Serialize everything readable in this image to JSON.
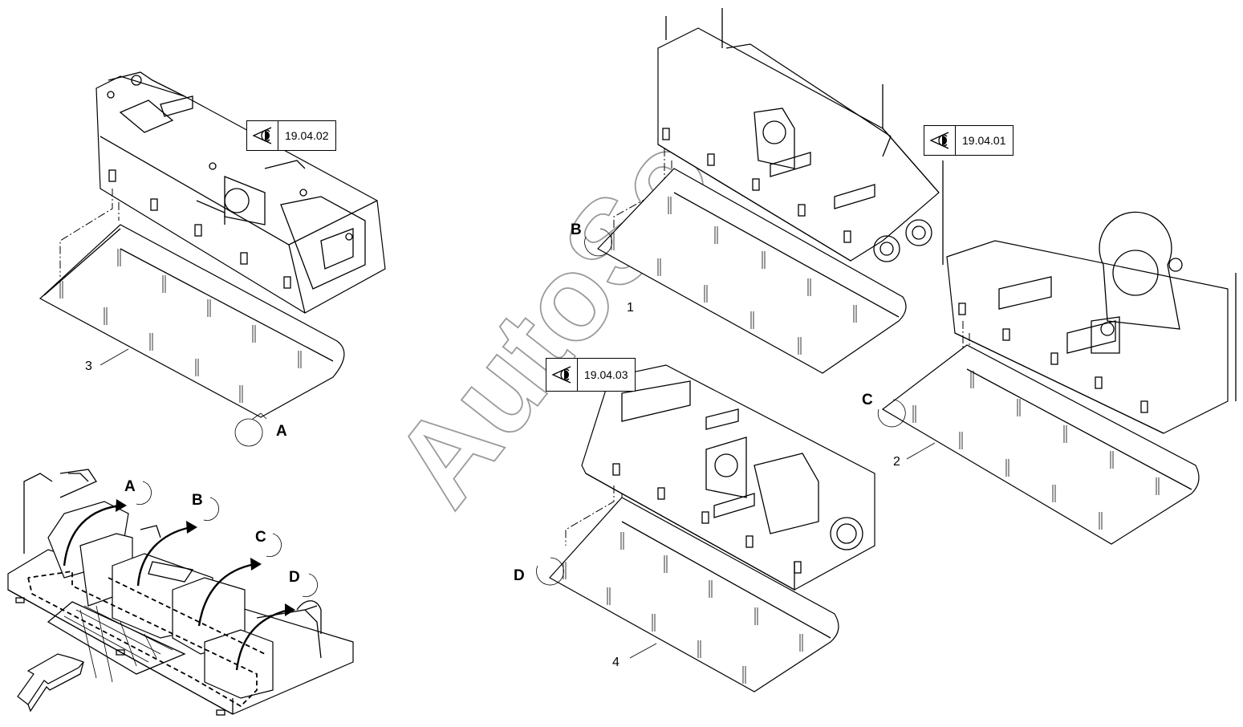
{
  "references": [
    {
      "code": "19.04.02",
      "icon": "view-eye-icon"
    },
    {
      "code": "19.04.01",
      "icon": "view-eye-icon"
    },
    {
      "code": "19.04.03",
      "icon": "view-eye-icon"
    }
  ],
  "callouts": {
    "a": "A",
    "b": "B",
    "c": "C",
    "d": "D",
    "overview_a": "A",
    "overview_b": "B",
    "overview_c": "C",
    "overview_d": "D"
  },
  "part_numbers": {
    "p1": "1",
    "p2": "2",
    "p3": "3",
    "p4": "4"
  },
  "watermark": "AutoSoft"
}
